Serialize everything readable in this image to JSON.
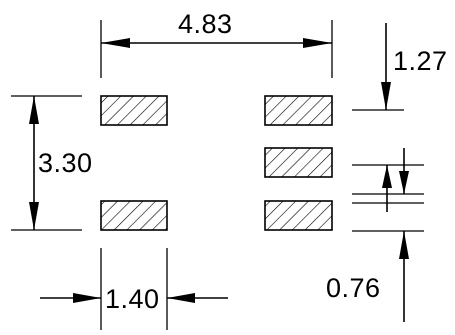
{
  "drawing": {
    "dimensions": {
      "overall_width": "4.83",
      "pitch": "1.27",
      "overall_height": "3.30",
      "pad_gap": "0.76",
      "pad_length": "1.40"
    },
    "pads": {
      "left_column_count": 2,
      "right_column_count": 3
    }
  }
}
